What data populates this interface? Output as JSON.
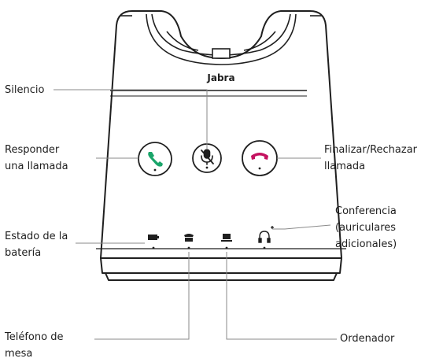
{
  "device": {
    "brand": "Jabra"
  },
  "callouts": {
    "silencio": [
      "Silencio"
    ],
    "responder": [
      "Responder",
      "una llamada"
    ],
    "finalizar": [
      "Finalizar/Rechazar",
      "llamada"
    ],
    "estado_bateria": [
      "Estado de la",
      "batería"
    ],
    "conferencia": [
      "Conferencia",
      "(auriculares",
      "adicionales)"
    ],
    "telefono": [
      "Teléfono de",
      "mesa"
    ],
    "ordenador": [
      "Ordenador"
    ]
  },
  "icons": {
    "answer": "phone-answer-icon",
    "mute": "microphone-mute-icon",
    "end": "phone-end-icon",
    "battery": "battery-icon",
    "desk_phone": "desk-phone-icon",
    "computer": "computer-icon",
    "conference": "headset-conference-icon"
  },
  "colors": {
    "outline": "#1f1f1f",
    "answer": "#1aa56a",
    "end": "#c4125f",
    "line": "#8a8a8a"
  }
}
